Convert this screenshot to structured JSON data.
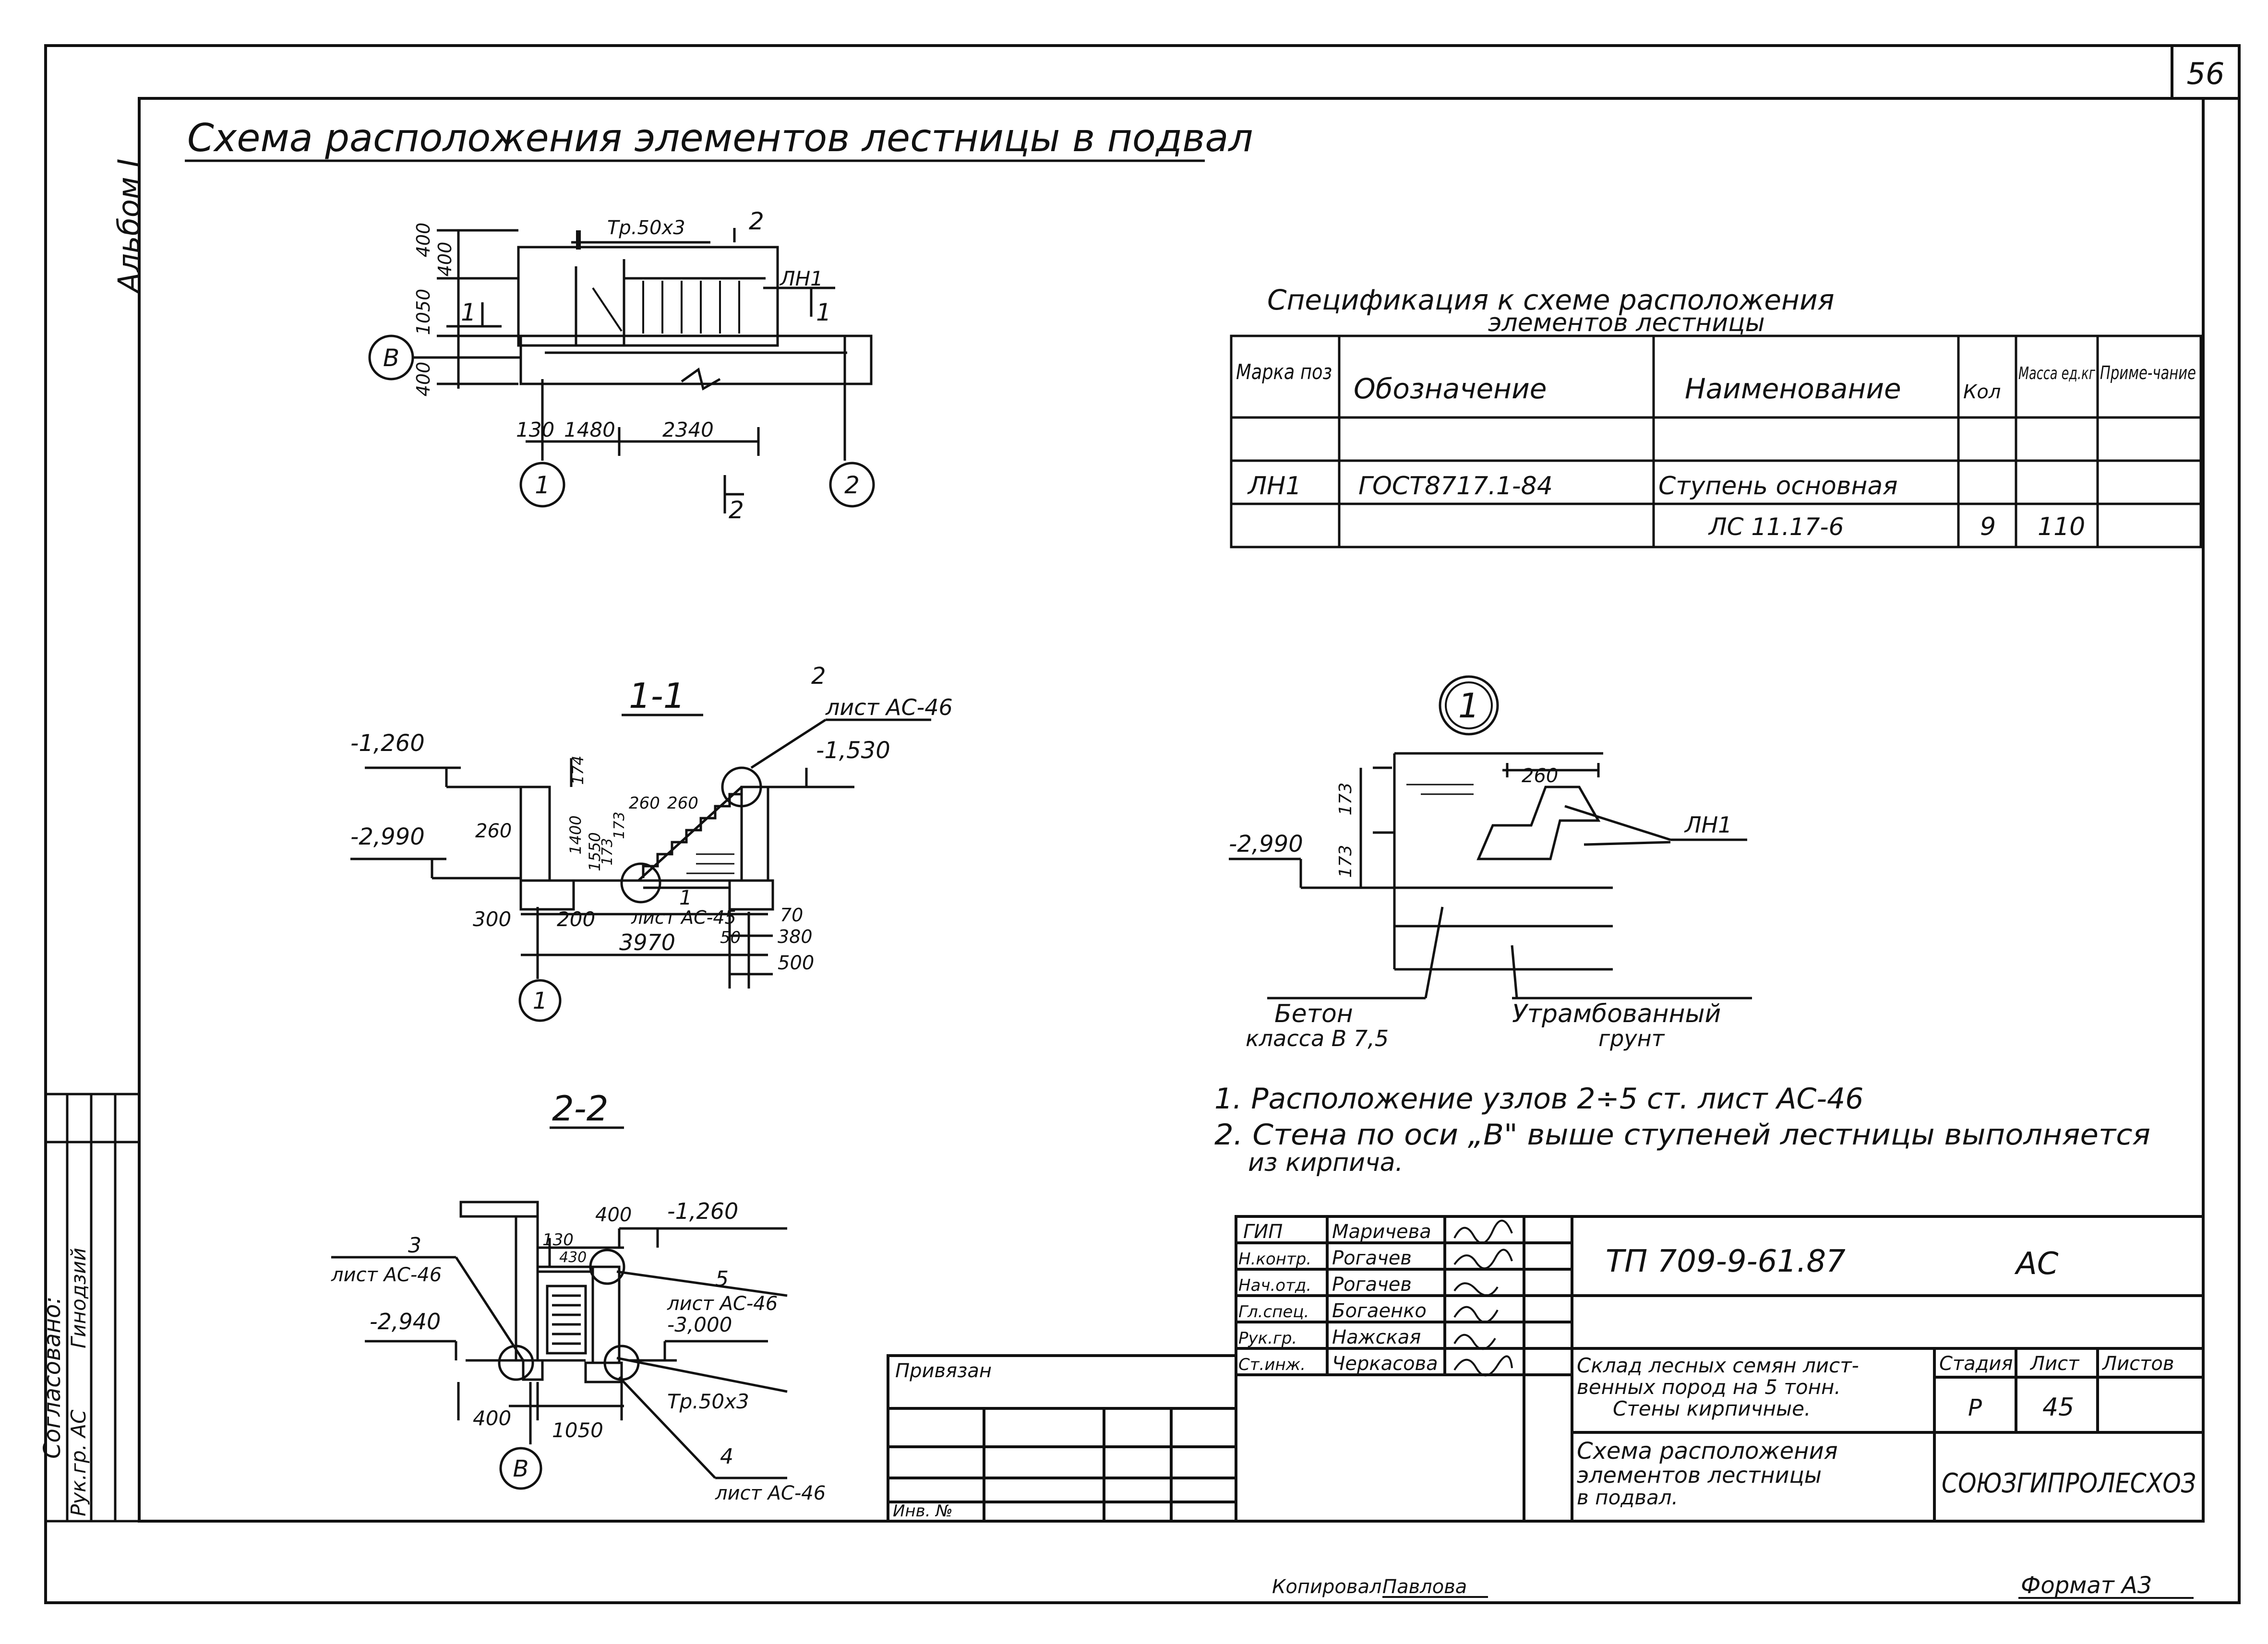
{
  "page_number": "56",
  "album": "Альбом I",
  "title": "Схема расположения элементов лестницы в подвал",
  "plan": {
    "dims_left": [
      "400",
      "400",
      "1050",
      "400"
    ],
    "section_mark": "1",
    "section_mark_2": "2",
    "pipe": "Тр.50х3",
    "element": "ЛН1",
    "axis_b": "В",
    "axis_1": "1",
    "axis_2": "2",
    "dims_bottom": [
      "130",
      "1480",
      "2340"
    ]
  },
  "section_1_1": {
    "title": "1-1",
    "node_ref": "2",
    "node_sheet": "лист АС-46",
    "level_left": "-1,260",
    "level_right": "-1,530",
    "level_bottom": "-2,990",
    "dims": [
      "174",
      "260",
      "260",
      "173",
      "173",
      "1400",
      "1550",
      "260",
      "300",
      "200",
      "3970",
      "70",
      "380",
      "50",
      "500"
    ],
    "node1": "1",
    "node1_sheet": "лист АС-45",
    "axis": "1"
  },
  "section_2_2": {
    "title": "2-2",
    "node3": "3",
    "node3_sheet": "лист АС-46",
    "level_top": "-1,260",
    "level_left": "-2,940",
    "level_bottom": "-3,000",
    "node5": "5",
    "node5_sheet": "лист АС-46",
    "pipe": "Тр.50х3",
    "node4": "4",
    "node4_sheet": "лист АС-46",
    "dims": [
      "400",
      "130",
      "430",
      "400",
      "1050"
    ],
    "axis": "В"
  },
  "spec": {
    "title_line1": "Спецификация к схеме расположения",
    "title_line2": "элементов лестницы",
    "headers": [
      "Марка поз",
      "Обозначение",
      "Наименование",
      "Кол",
      "Масса ед.кг",
      "Приме-чание"
    ],
    "rows": [
      [
        "",
        "",
        "",
        "",
        "",
        ""
      ],
      [
        "ЛН1",
        "ГОСТ8717.1-84",
        "Ступень основная",
        "",
        "",
        ""
      ],
      [
        "",
        "",
        "ЛС 11.17-6",
        "9",
        "110",
        ""
      ]
    ]
  },
  "node1": {
    "label": "1",
    "dim_top": "260",
    "dims_left": [
      "173",
      "173"
    ],
    "level": "-2,990",
    "element": "ЛН1",
    "concrete_line1": "Бетон",
    "concrete_line2": "класса В 7,5",
    "soil_line1": "Утрамбованный",
    "soil_line2": "грунт"
  },
  "notes": [
    "1. Расположение узлов 2÷5 ст. лист АС-46",
    "2. Стена по оси „В\" выше ступеней лестницы выполняется",
    "из кирпича."
  ],
  "approval": {
    "label": "Согласовано:",
    "role": "Рук.гр. АС",
    "name": "Гинодзий"
  },
  "title_block": {
    "staff": [
      {
        "role": "ГИП",
        "name": "Маричева"
      },
      {
        "role": "Н.контр.",
        "name": "Рогачев"
      },
      {
        "role": "Нач.отд.",
        "name": "Рогачев"
      },
      {
        "role": "Гл.спец.",
        "name": "Богаенко"
      },
      {
        "role": "Рук.гр.",
        "name": "Нажская"
      },
      {
        "role": "Ст.инж.",
        "name": "Черкасова"
      }
    ],
    "doc_code": "ТП 709-9-61.87",
    "mark": "АС",
    "project_line1": "Склад лесных семян лист-",
    "project_line2": "венных пород на 5 тонн.",
    "project_line3": "Стены кирпичные.",
    "stage_header": "Стадия",
    "sheet_header": "Лист",
    "sheets_header": "Листов",
    "stage": "Р",
    "sheet": "45",
    "sheets": "",
    "drawing_line1": "Схема расположения",
    "drawing_line2": "элементов лестницы",
    "drawing_line3": "в подвал.",
    "org": "СОЮЗГИПРОЛЕСХОЗ",
    "bound": "Привязан",
    "inv": "Инв. №"
  },
  "copied": "Копировал",
  "copied_by": "Павлова",
  "format": "Формат А3"
}
